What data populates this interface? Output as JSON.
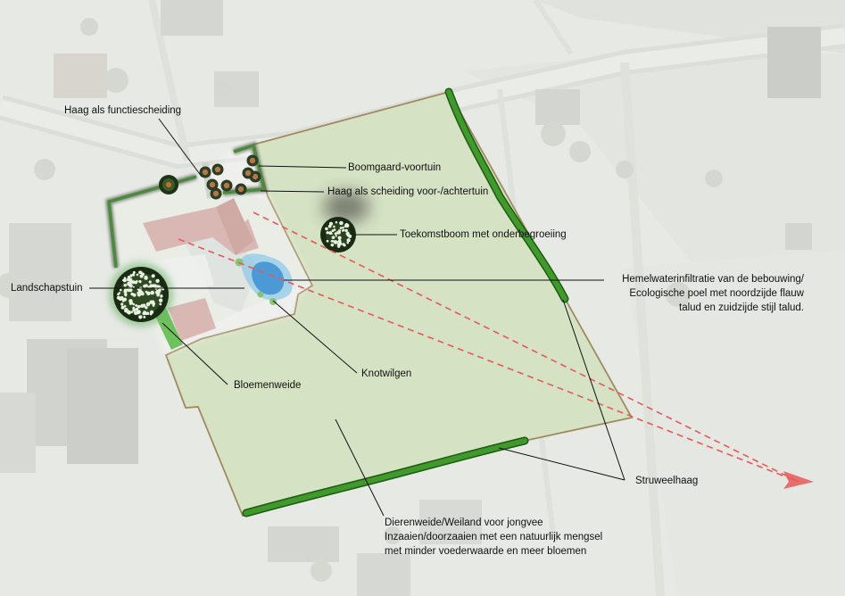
{
  "colors": {
    "plot_fill": "#d6e2c4",
    "plot_border": "#a08a62",
    "hedge": "#3f9a2b",
    "hedge_dark": "#1f5a14",
    "water": "#3c8fd1",
    "arrow": "#e8585a",
    "building": "#d9b8b4",
    "yard": "#e9ede6",
    "tree_dark": "#1a2b14",
    "tree_light": "#6fb36a"
  },
  "labels": {
    "haag_functiescheiding": "Haag als functiescheiding",
    "boomgaard_voortuin": "Boomgaard-voortuin",
    "haag_scheiding": "Haag als scheiding voor-/achtertuin",
    "toekomstboom": "Toekomstboom met onderbegroeiing",
    "landschapstuin": "Landschapstuin",
    "hemelwater_line1": "Hemelwaterinfiltratie van de bebouwing/",
    "hemelwater_line2": "Ecologische poel met noordzijde flauw",
    "hemelwater_line3": "talud en zuidzijde stijl talud.",
    "knotwilgen": "Knotwilgen",
    "bloemenweide": "Bloemenweide",
    "struweelhaag": "Struweelhaag",
    "dierenweide_line1": "Dierenweide/Weiland voor jongvee",
    "dierenweide_line2": "Inzaaien/doorzaaien met een natuurlijk mengsel",
    "dierenweide_line3": "met minder voederwaarde en meer bloemen"
  }
}
